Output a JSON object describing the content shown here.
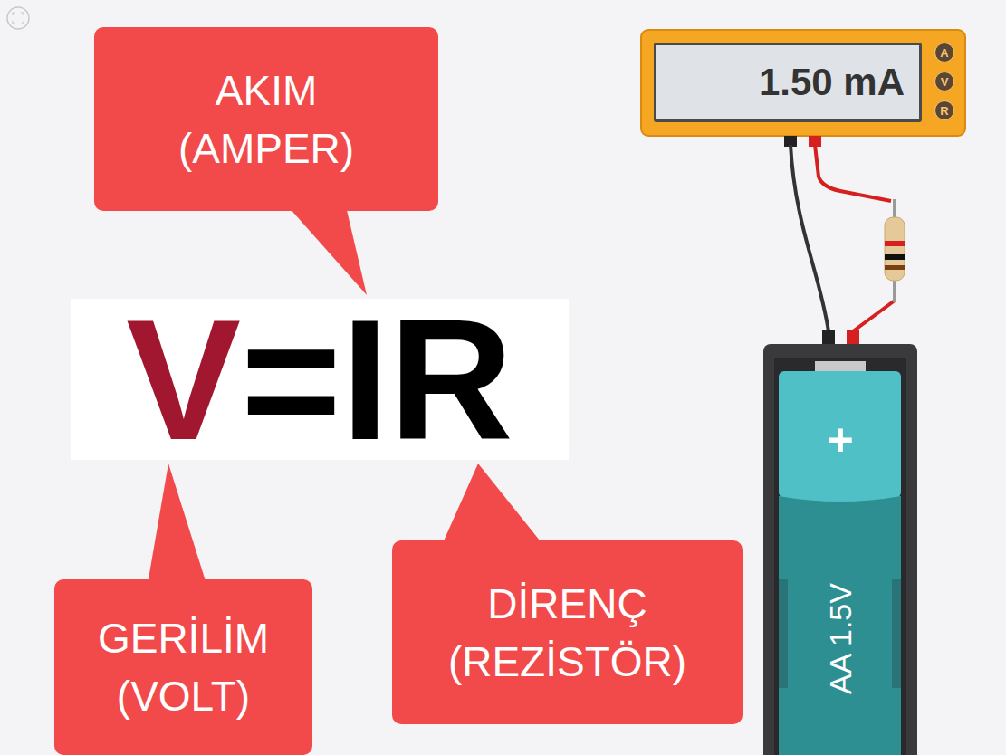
{
  "diagram": {
    "nodes": [
      {
        "text": [
          "AKIM",
          "(AMPER)"
        ]
      },
      {
        "text": [
          "1.50 mA"
        ]
      },
      {
        "text": [
          "A"
        ]
      },
      {
        "text": [
          "V"
        ]
      },
      {
        "text": [
          "R"
        ]
      },
      {
        "text": [
          "V",
          "=IR"
        ]
      },
      {
        "text": [
          "GERİLİM",
          "(VOLT)"
        ]
      },
      {
        "text": [
          "DİRENÇ",
          "(REZİSTÖR)"
        ]
      }
    ],
    "labels": [
      "+",
      "AA 1.5V"
    ]
  }
}
